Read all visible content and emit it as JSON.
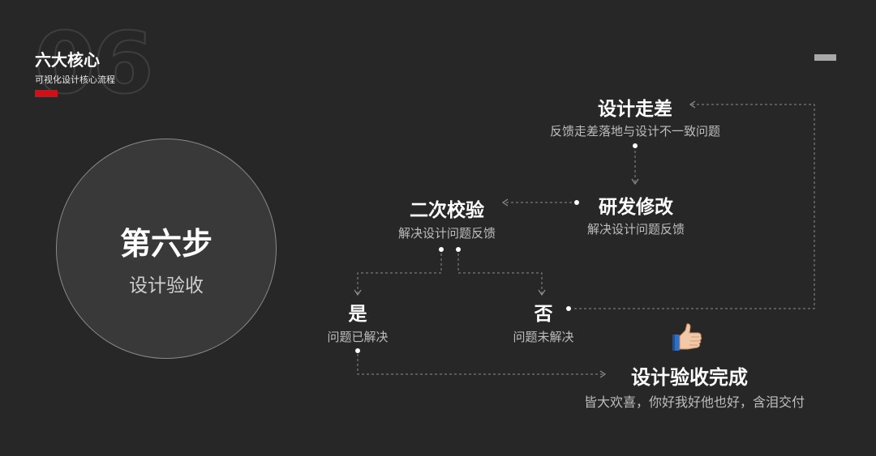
{
  "header": {
    "big_number": "06",
    "title": "六大核心",
    "subtitle": "可视化设计核心流程",
    "accent_color": "#d20f17"
  },
  "step": {
    "title": "第六步",
    "subtitle": "设计验收"
  },
  "nodes": {
    "design_deviation": {
      "title": "设计走差",
      "desc": "反馈走差落地与设计不一致问题"
    },
    "dev_fix": {
      "title": "研发修改",
      "desc": "解决设计问题反馈"
    },
    "second_check": {
      "title": "二次校验",
      "desc": "解决设计问题反馈"
    },
    "yes": {
      "title": "是",
      "desc": "问题已解决"
    },
    "no": {
      "title": "否",
      "desc": "问题未解决"
    },
    "complete": {
      "title": "设计验收完成",
      "desc": "皆大欢喜，你好我好他也好，含泪交付"
    }
  },
  "icons": {
    "menu": "menu-dash-icon",
    "complete": "thumbs-up-icon"
  }
}
